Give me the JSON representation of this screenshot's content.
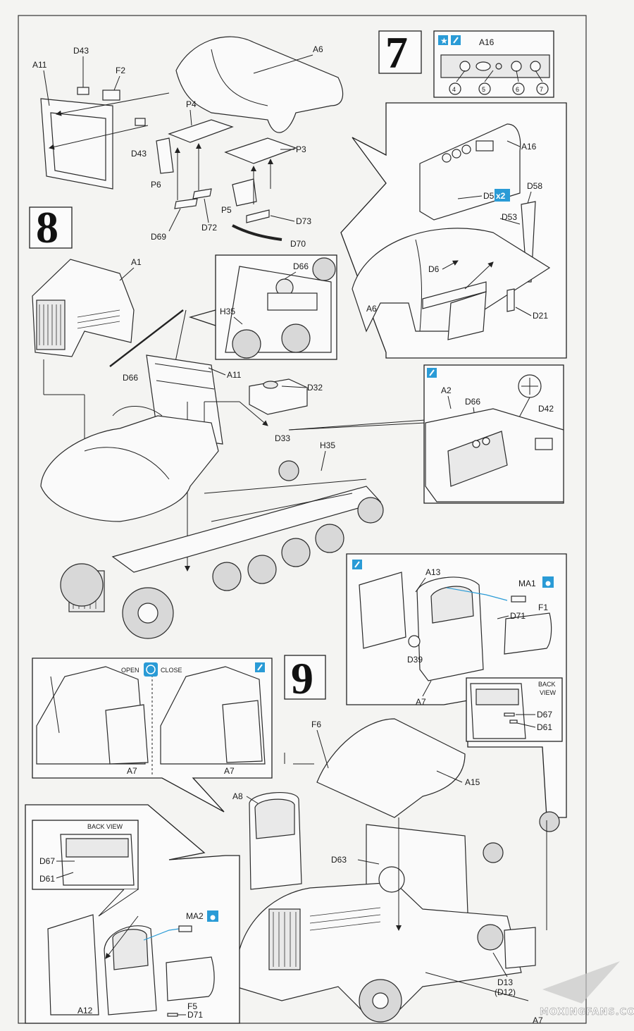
{
  "steps": {
    "s7": "7",
    "s8": "8",
    "s9": "9"
  },
  "step7": {
    "paint_part": "A16",
    "markers": [
      "4",
      "5",
      "6",
      "7"
    ],
    "parts": {
      "a11": "A11",
      "d43a": "D43",
      "f2": "F2",
      "a6": "A6",
      "p4": "P4",
      "d43b": "D43",
      "p3": "P3",
      "p6": "P6",
      "p5": "P5",
      "d69": "D69",
      "d72": "D72",
      "d73": "D73",
      "d70": "D70"
    },
    "detail": {
      "a16": "A16",
      "d5": "D5",
      "x2": "x2",
      "d58": "D58",
      "d53": "D53",
      "d6": "D6",
      "a6": "A6",
      "d21": "D21"
    }
  },
  "step8": {
    "parts": {
      "a1": "A1",
      "d66": "D66",
      "a11": "A11",
      "d32": "D32",
      "d33": "D33",
      "h35": "H35"
    },
    "inset": {
      "d66": "D66",
      "h35": "H35"
    },
    "detail": {
      "a2": "A2",
      "d66": "D66",
      "d42": "D42"
    }
  },
  "step9": {
    "door_detail": {
      "a13": "A13",
      "ma1": "MA1",
      "f1": "F1",
      "d71": "D71",
      "d39": "D39",
      "a7": "A7",
      "back_view": "BACK\nVIEW",
      "back_view_l1": "BACK",
      "back_view_l2": "VIEW",
      "d67": "D67",
      "d61": "D61"
    },
    "open_close": {
      "open": "OPEN",
      "close": "CLOSE",
      "a7_open": "A7",
      "a7_close": "A7"
    },
    "main": {
      "f6": "F6",
      "a15": "A15",
      "a8": "A8",
      "d63": "D63",
      "d13": "D13",
      "d12": "(D12)",
      "a7": "A7"
    },
    "left_detail": {
      "back_view": "BACK VIEW",
      "d67": "D67",
      "d61": "D61",
      "ma2": "MA2",
      "a12": "A12",
      "f5": "F5",
      "d71": "D71"
    }
  },
  "watermark": "MOXINGFANS.COM",
  "colors": {
    "accent_blue": "#2a9bd6",
    "line": "#222222",
    "paper": "#f4f4f2"
  }
}
